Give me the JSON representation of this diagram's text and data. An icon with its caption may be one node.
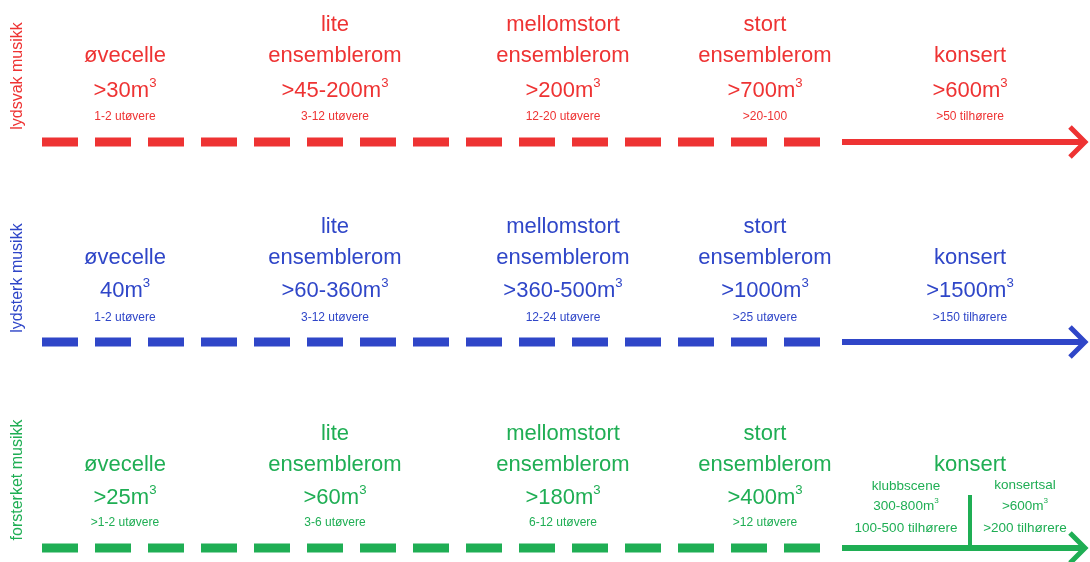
{
  "diagram": {
    "labels": [
      "lydsvak musikk",
      "øvecelle",
      ">30m$^{3}$",
      "1-2 utøvere",
      "lite ensemblerom",
      ">45-200m$^{3}$",
      "3-12 utøvere",
      "mellomstort ensemblerom",
      ">200m$^{3}$",
      "12-20 utøvere",
      "stort ensemblerom",
      ">700m$^{3}$",
      ">20-100",
      "konsert",
      ">600m$^{3}$",
      ">50 tilhørere",
      "lydsterk musikk",
      "øvecelle",
      "40m$^{3}$",
      "1-2 utøvere",
      "lite ensemblerom",
      ">60-360m$^{3}$",
      "3-12 utøvere",
      "mellomstort ensemblerom",
      ">360-500m$^{3}$",
      "12-24 utøvere",
      "stort ensemblerom",
      ">1000m$^{3}$",
      ">25 utøvere",
      "konsert",
      ">1500m$^{3}$",
      ">150 tilhørere",
      "forsterket musikk",
      "øvecelle",
      ">25m$^{3}$",
      ">1-2 utøvere",
      "lite ensemblerom",
      ">60m$^{3}$",
      "3-6 utøvere",
      "mellomstort ensemblerom",
      ">180m$^{3}$",
      "6-12 utøvere",
      "stort ensemblerom",
      ">400m$^{3}$",
      ">12 utøvere",
      "konsert",
      "klubbscene",
      "300-800m$^{3}$",
      "100-500 tilhørere",
      "konsertsal",
      ">600m$^{3}$",
      ">200 tilhørere"
    ]
  }
}
